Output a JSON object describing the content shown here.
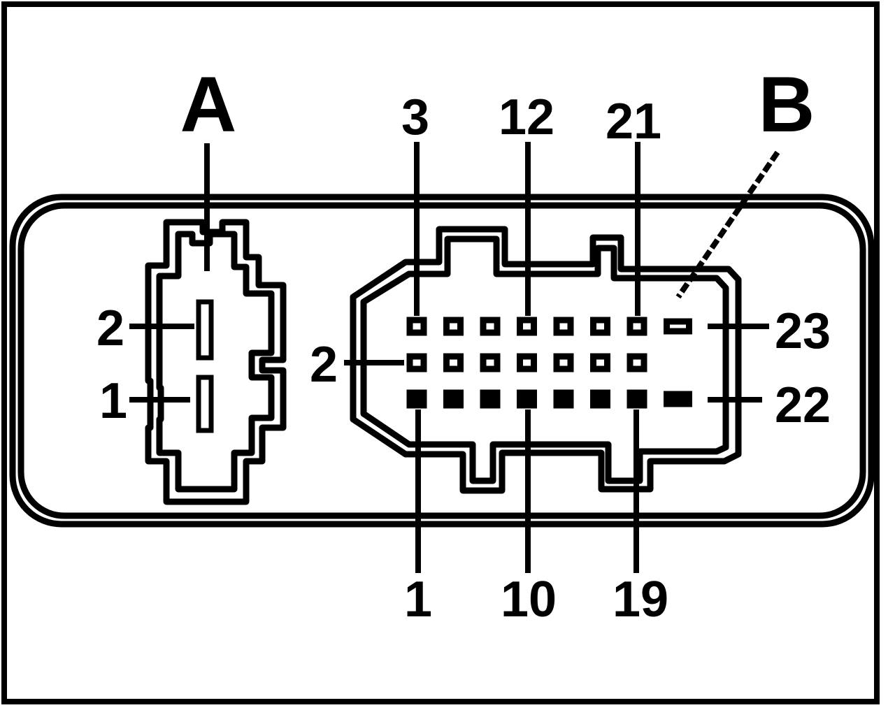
{
  "connectors": {
    "a": {
      "label": "A",
      "pin_labels": {
        "pin2": "2",
        "pin1": "1"
      }
    },
    "b": {
      "label": "B",
      "pin_labels": {
        "pin3": "3",
        "pin12": "12",
        "pin21": "21",
        "pin23": "23",
        "pin2": "2",
        "pin22": "22",
        "pin1": "1",
        "pin10": "10",
        "pin19": "19"
      },
      "rows": [
        {
          "row": "top",
          "pin_count": 8
        },
        {
          "row": "middle",
          "pin_count": 7
        },
        {
          "row": "bottom",
          "pin_count": 8
        }
      ]
    }
  },
  "colors": {
    "ink": "#000000",
    "paper": "#ffffff"
  }
}
